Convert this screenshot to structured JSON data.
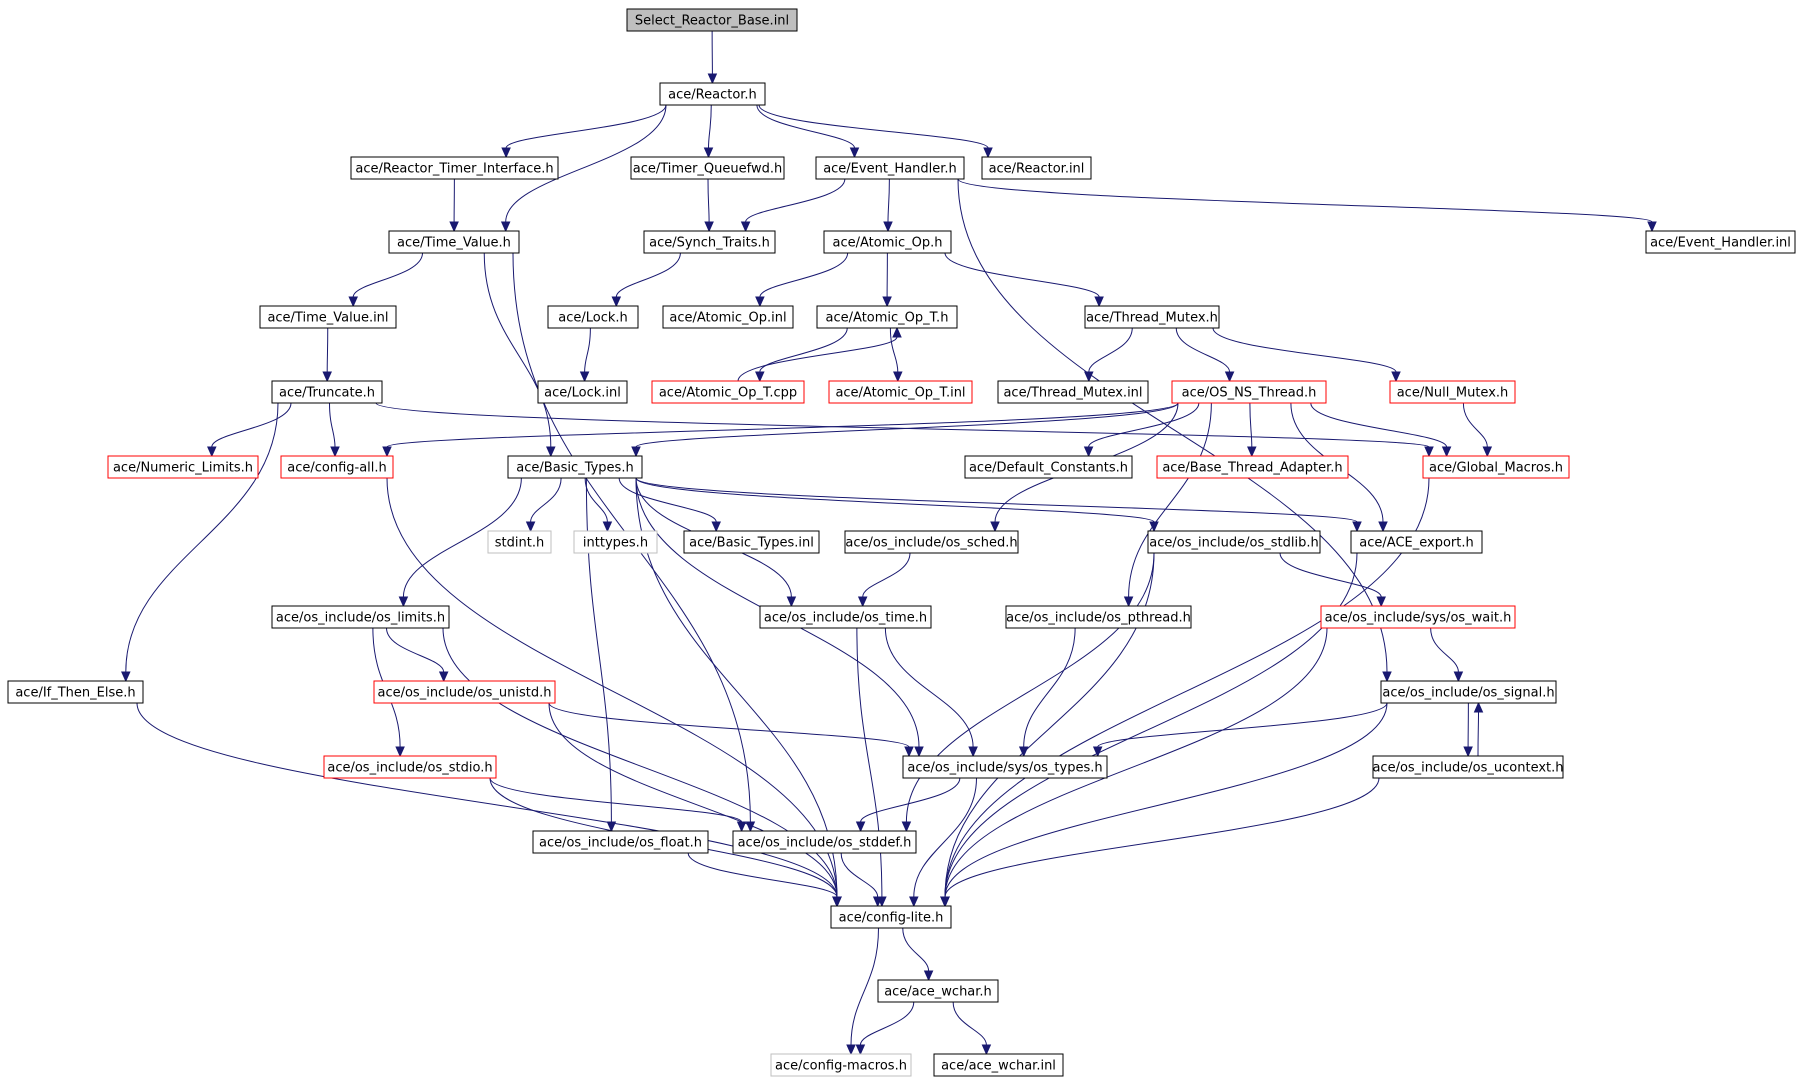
{
  "colors": {
    "edge": "#191970",
    "border_normal": "#000000",
    "border_truncated": "#ff0000",
    "border_system": "#bfbfbf",
    "root_fill": "#bfbfbf"
  },
  "nodes": [
    {
      "id": "root",
      "label": "Select_Reactor_Base.inl",
      "kind": "root"
    },
    {
      "id": "reactor_h",
      "label": "ace/Reactor.h",
      "kind": "normal"
    },
    {
      "id": "rti_h",
      "label": "ace/Reactor_Timer_Interface.h",
      "kind": "normal"
    },
    {
      "id": "tqf_h",
      "label": "ace/Timer_Queuefwd.h",
      "kind": "normal"
    },
    {
      "id": "eh_h",
      "label": "ace/Event_Handler.h",
      "kind": "normal"
    },
    {
      "id": "reactor_inl",
      "label": "ace/Reactor.inl",
      "kind": "normal"
    },
    {
      "id": "tv_h",
      "label": "ace/Time_Value.h",
      "kind": "normal"
    },
    {
      "id": "st_h",
      "label": "ace/Synch_Traits.h",
      "kind": "normal"
    },
    {
      "id": "ao_h",
      "label": "ace/Atomic_Op.h",
      "kind": "normal"
    },
    {
      "id": "eh_inl",
      "label": "ace/Event_Handler.inl",
      "kind": "normal"
    },
    {
      "id": "tv_inl",
      "label": "ace/Time_Value.inl",
      "kind": "normal"
    },
    {
      "id": "lock_h",
      "label": "ace/Lock.h",
      "kind": "normal"
    },
    {
      "id": "ao_inl",
      "label": "ace/Atomic_Op.inl",
      "kind": "normal"
    },
    {
      "id": "aot_h",
      "label": "ace/Atomic_Op_T.h",
      "kind": "normal"
    },
    {
      "id": "tm_h",
      "label": "ace/Thread_Mutex.h",
      "kind": "normal"
    },
    {
      "id": "trunc_h",
      "label": "ace/Truncate.h",
      "kind": "normal"
    },
    {
      "id": "lock_inl",
      "label": "ace/Lock.inl",
      "kind": "normal"
    },
    {
      "id": "aot_cpp",
      "label": "ace/Atomic_Op_T.cpp",
      "kind": "truncated"
    },
    {
      "id": "aot_inl",
      "label": "ace/Atomic_Op_T.inl",
      "kind": "truncated"
    },
    {
      "id": "tm_inl",
      "label": "ace/Thread_Mutex.inl",
      "kind": "normal"
    },
    {
      "id": "osnt_h",
      "label": "ace/OS_NS_Thread.h",
      "kind": "truncated"
    },
    {
      "id": "nm_h",
      "label": "ace/Null_Mutex.h",
      "kind": "truncated"
    },
    {
      "id": "nl_h",
      "label": "ace/Numeric_Limits.h",
      "kind": "truncated"
    },
    {
      "id": "ca_h",
      "label": "ace/config-all.h",
      "kind": "truncated"
    },
    {
      "id": "bt_h",
      "label": "ace/Basic_Types.h",
      "kind": "normal"
    },
    {
      "id": "dc_h",
      "label": "ace/Default_Constants.h",
      "kind": "normal"
    },
    {
      "id": "bta_h",
      "label": "ace/Base_Thread_Adapter.h",
      "kind": "truncated"
    },
    {
      "id": "gm_h",
      "label": "ace/Global_Macros.h",
      "kind": "truncated"
    },
    {
      "id": "stdint_h",
      "label": "stdint.h",
      "kind": "system"
    },
    {
      "id": "inttypes_h",
      "label": "inttypes.h",
      "kind": "system"
    },
    {
      "id": "bt_inl",
      "label": "ace/Basic_Types.inl",
      "kind": "normal"
    },
    {
      "id": "sched_h",
      "label": "ace/os_include/os_sched.h",
      "kind": "normal"
    },
    {
      "id": "stdlib_h",
      "label": "ace/os_include/os_stdlib.h",
      "kind": "normal"
    },
    {
      "id": "export_h",
      "label": "ace/ACE_export.h",
      "kind": "normal"
    },
    {
      "id": "limits_h",
      "label": "ace/os_include/os_limits.h",
      "kind": "normal"
    },
    {
      "id": "time_h",
      "label": "ace/os_include/os_time.h",
      "kind": "normal"
    },
    {
      "id": "pthread_h",
      "label": "ace/os_include/os_pthread.h",
      "kind": "normal"
    },
    {
      "id": "wait_h",
      "label": "ace/os_include/sys/os_wait.h",
      "kind": "truncated"
    },
    {
      "id": "ite_h",
      "label": "ace/If_Then_Else.h",
      "kind": "normal"
    },
    {
      "id": "unistd_h",
      "label": "ace/os_include/os_unistd.h",
      "kind": "truncated"
    },
    {
      "id": "signal_h",
      "label": "ace/os_include/os_signal.h",
      "kind": "normal"
    },
    {
      "id": "stdio_h",
      "label": "ace/os_include/os_stdio.h",
      "kind": "truncated"
    },
    {
      "id": "types_h",
      "label": "ace/os_include/sys/os_types.h",
      "kind": "normal"
    },
    {
      "id": "ucontext_h",
      "label": "ace/os_include/os_ucontext.h",
      "kind": "normal"
    },
    {
      "id": "float_h",
      "label": "ace/os_include/os_float.h",
      "kind": "normal"
    },
    {
      "id": "stddef_h",
      "label": "ace/os_include/os_stddef.h",
      "kind": "normal"
    },
    {
      "id": "cl_h",
      "label": "ace/config-lite.h",
      "kind": "normal"
    },
    {
      "id": "wchar_h",
      "label": "ace/ace_wchar.h",
      "kind": "normal"
    },
    {
      "id": "cm_h",
      "label": "ace/config-macros.h",
      "kind": "system"
    },
    {
      "id": "wchar_inl",
      "label": "ace/ace_wchar.inl",
      "kind": "normal"
    }
  ],
  "edges": [
    [
      "root",
      "reactor_h"
    ],
    [
      "reactor_h",
      "rti_h"
    ],
    [
      "reactor_h",
      "tqf_h"
    ],
    [
      "reactor_h",
      "eh_h"
    ],
    [
      "reactor_h",
      "reactor_inl"
    ],
    [
      "reactor_h",
      "tv_h"
    ],
    [
      "rti_h",
      "tv_h"
    ],
    [
      "tqf_h",
      "st_h"
    ],
    [
      "eh_h",
      "st_h"
    ],
    [
      "eh_h",
      "ao_h"
    ],
    [
      "eh_h",
      "eh_inl"
    ],
    [
      "eh_h",
      "signal_h"
    ],
    [
      "tv_h",
      "tv_inl"
    ],
    [
      "tv_h",
      "bt_h"
    ],
    [
      "tv_h",
      "stddef_h"
    ],
    [
      "st_h",
      "lock_h"
    ],
    [
      "lock_h",
      "lock_inl"
    ],
    [
      "ao_h",
      "ao_inl"
    ],
    [
      "ao_h",
      "aot_h"
    ],
    [
      "ao_h",
      "tm_h"
    ],
    [
      "aot_h",
      "aot_cpp"
    ],
    [
      "aot_cpp",
      "aot_h"
    ],
    [
      "aot_h",
      "aot_inl"
    ],
    [
      "tm_h",
      "tm_inl"
    ],
    [
      "tm_h",
      "osnt_h"
    ],
    [
      "tm_h",
      "nm_h"
    ],
    [
      "tv_inl",
      "trunc_h"
    ],
    [
      "trunc_h",
      "nl_h"
    ],
    [
      "trunc_h",
      "ca_h"
    ],
    [
      "trunc_h",
      "gm_h"
    ],
    [
      "trunc_h",
      "ite_h"
    ],
    [
      "nm_h",
      "gm_h"
    ],
    [
      "osnt_h",
      "ca_h"
    ],
    [
      "osnt_h",
      "bt_h"
    ],
    [
      "osnt_h",
      "dc_h"
    ],
    [
      "osnt_h",
      "bta_h"
    ],
    [
      "osnt_h",
      "gm_h"
    ],
    [
      "osnt_h",
      "export_h"
    ],
    [
      "osnt_h",
      "sched_h"
    ],
    [
      "osnt_h",
      "pthread_h"
    ],
    [
      "bt_h",
      "stdint_h"
    ],
    [
      "bt_h",
      "inttypes_h"
    ],
    [
      "bt_h",
      "bt_inl"
    ],
    [
      "bt_h",
      "stdlib_h"
    ],
    [
      "bt_h",
      "export_h"
    ],
    [
      "bt_h",
      "limits_h"
    ],
    [
      "bt_h",
      "time_h"
    ],
    [
      "bt_h",
      "types_h"
    ],
    [
      "bt_h",
      "float_h"
    ],
    [
      "bt_h",
      "cl_h"
    ],
    [
      "ca_h",
      "cl_h"
    ],
    [
      "gm_h",
      "cl_h"
    ],
    [
      "export_h",
      "cl_h"
    ],
    [
      "sched_h",
      "time_h"
    ],
    [
      "stdlib_h",
      "wait_h"
    ],
    [
      "stdlib_h",
      "stddef_h"
    ],
    [
      "stdlib_h",
      "cl_h"
    ],
    [
      "limits_h",
      "unistd_h"
    ],
    [
      "limits_h",
      "stdio_h"
    ],
    [
      "limits_h",
      "cl_h"
    ],
    [
      "time_h",
      "types_h"
    ],
    [
      "time_h",
      "cl_h"
    ],
    [
      "pthread_h",
      "types_h"
    ],
    [
      "wait_h",
      "signal_h"
    ],
    [
      "wait_h",
      "cl_h"
    ],
    [
      "unistd_h",
      "types_h"
    ],
    [
      "unistd_h",
      "cl_h"
    ],
    [
      "signal_h",
      "types_h"
    ],
    [
      "signal_h",
      "ucontext_h"
    ],
    [
      "ucontext_h",
      "signal_h"
    ],
    [
      "signal_h",
      "cl_h"
    ],
    [
      "ucontext_h",
      "cl_h"
    ],
    [
      "stdio_h",
      "stddef_h"
    ],
    [
      "stdio_h",
      "cl_h"
    ],
    [
      "types_h",
      "stddef_h"
    ],
    [
      "types_h",
      "cl_h"
    ],
    [
      "float_h",
      "cl_h"
    ],
    [
      "stddef_h",
      "cl_h"
    ],
    [
      "ite_h",
      "cl_h"
    ],
    [
      "cl_h",
      "wchar_h"
    ],
    [
      "cl_h",
      "cm_h"
    ],
    [
      "wchar_h",
      "cm_h"
    ],
    [
      "wchar_h",
      "wchar_inl"
    ]
  ]
}
